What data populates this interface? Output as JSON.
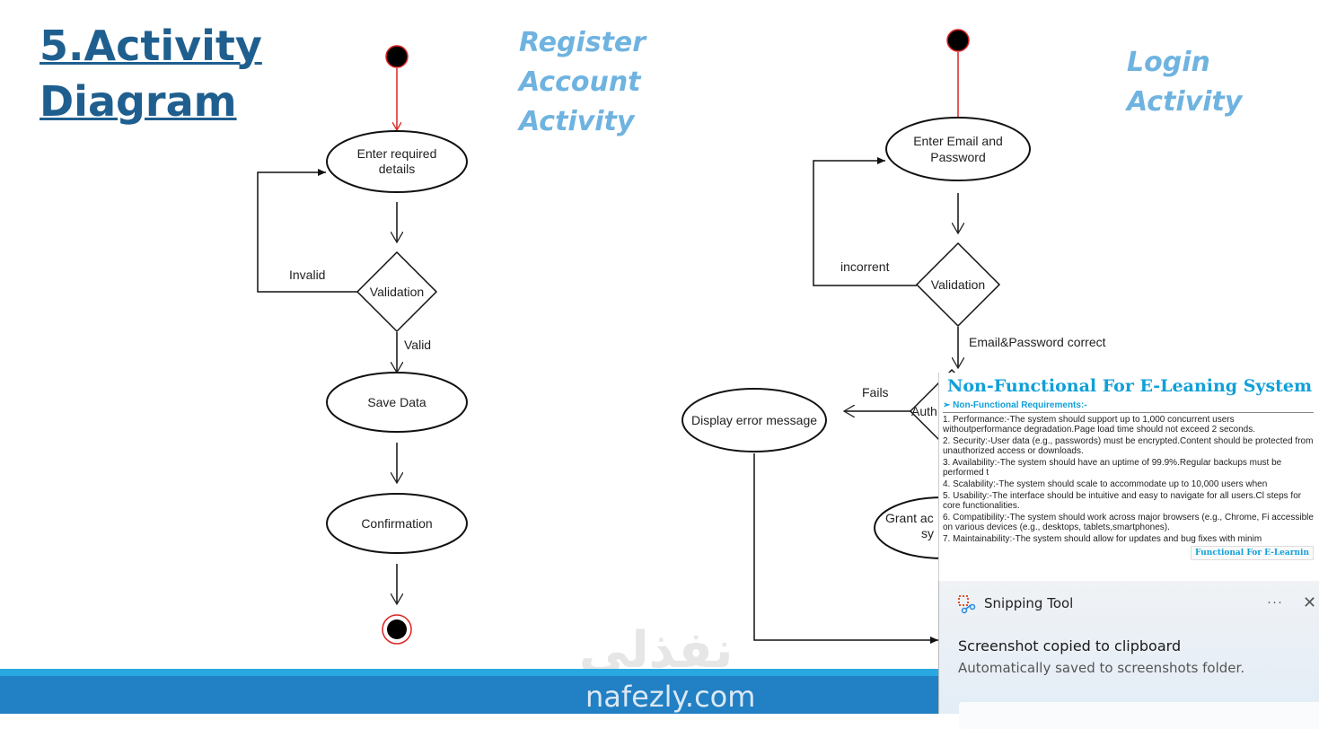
{
  "slide": {
    "title_line1": "5.Activity",
    "title_line2": "Diagram",
    "register_title": [
      "Register",
      "Account",
      "Activity"
    ],
    "login_title": [
      "Login",
      "Activity"
    ]
  },
  "register_diagram": {
    "step1": [
      "Enter required",
      "details"
    ],
    "decision": "Validation",
    "invalid_label": "Invalid",
    "valid_label": "Valid",
    "step2": "Save Data",
    "step3": "Confirmation"
  },
  "login_diagram": {
    "step1": [
      "Enter Email and",
      "Password"
    ],
    "decision": "Validation",
    "incorrect_label": "incorrent",
    "correct_label": "Email&Password correct",
    "auth_decision": "Auth",
    "fails_label": "Fails",
    "error_step": "Display error message",
    "grant_step": [
      "Grant ac",
      "sy"
    ]
  },
  "document_preview": {
    "title": "Non-Functional For E-Leaning System",
    "subtitle": "➢ Non-Functional Requirements:-",
    "requirements": [
      "1. Performance:-The system should support up to 1,000 concurrent users withoutperformance degradation.Page load time should not exceed 2 seconds.",
      "2. Security:-User data (e.g., passwords) must be encrypted.Content should be protected from unauthorized access or downloads.",
      "3. Availability:-The system should have an uptime of 99.9%.Regular backups must be performed t",
      "4. Scalability:-The system should scale to accommodate up to 10,000 users when",
      "5. Usability:-The interface should be intuitive and easy to navigate for all users.Cl steps for core functionalities.",
      "6. Compatibility:-The system should work across major browsers (e.g., Chrome, Fi accessible on various devices (e.g., desktops, tablets,smartphones).",
      "7. Maintainability:-The system should allow for updates and bug fixes with minim"
    ],
    "thumbnail_title": "Functional For E-Learnin"
  },
  "toast": {
    "app_name": "Snipping Tool",
    "more": "···",
    "close": "✕",
    "message": "Screenshot copied to clipboard",
    "sub_message": "Automatically saved to screenshots folder."
  },
  "watermark": {
    "arabic": "نفذلي",
    "latin": "nafezly.com"
  },
  "colors": {
    "title": "#1f5f8f",
    "subtitle": "#6fb3e0",
    "band_light": "#29a8e0",
    "band_dark": "#2280c4",
    "doc_accent": "#10a0d8",
    "start_outline": "#e02020"
  }
}
